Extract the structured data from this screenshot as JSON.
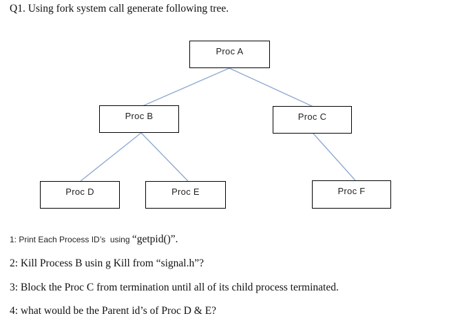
{
  "title": "Q1. Using fork system call generate following tree.",
  "tree": {
    "nodes": [
      {
        "id": "A",
        "label": "Proc A"
      },
      {
        "id": "B",
        "label": "Proc B"
      },
      {
        "id": "C",
        "label": "Proc C"
      },
      {
        "id": "D",
        "label": "Proc D"
      },
      {
        "id": "E",
        "label": "Proc E"
      },
      {
        "id": "F",
        "label": "Proc F"
      }
    ],
    "edges": [
      "Proc A - Proc B",
      "Proc A - Proc C",
      "Proc B - Proc D",
      "Proc B - Proc E",
      "Proc C - Proc F"
    ]
  },
  "questions": [
    {
      "sans": "1: Print Each Process ID’s  using ",
      "serif": "“getpid()”."
    },
    {
      "sans": "",
      "serif": "2: Kill Process B usin g Kill from “signal.h”?"
    },
    {
      "sans": "",
      "serif": "3: Block the Proc C from termination until all of its child process terminated."
    },
    {
      "sans": "",
      "serif": "4: what would be the Parent id’s of Proc D & E?"
    }
  ],
  "colors": {
    "connector": "#8FAAD2",
    "box_border": "#000000",
    "text": "#111111",
    "background": "#ffffff"
  }
}
